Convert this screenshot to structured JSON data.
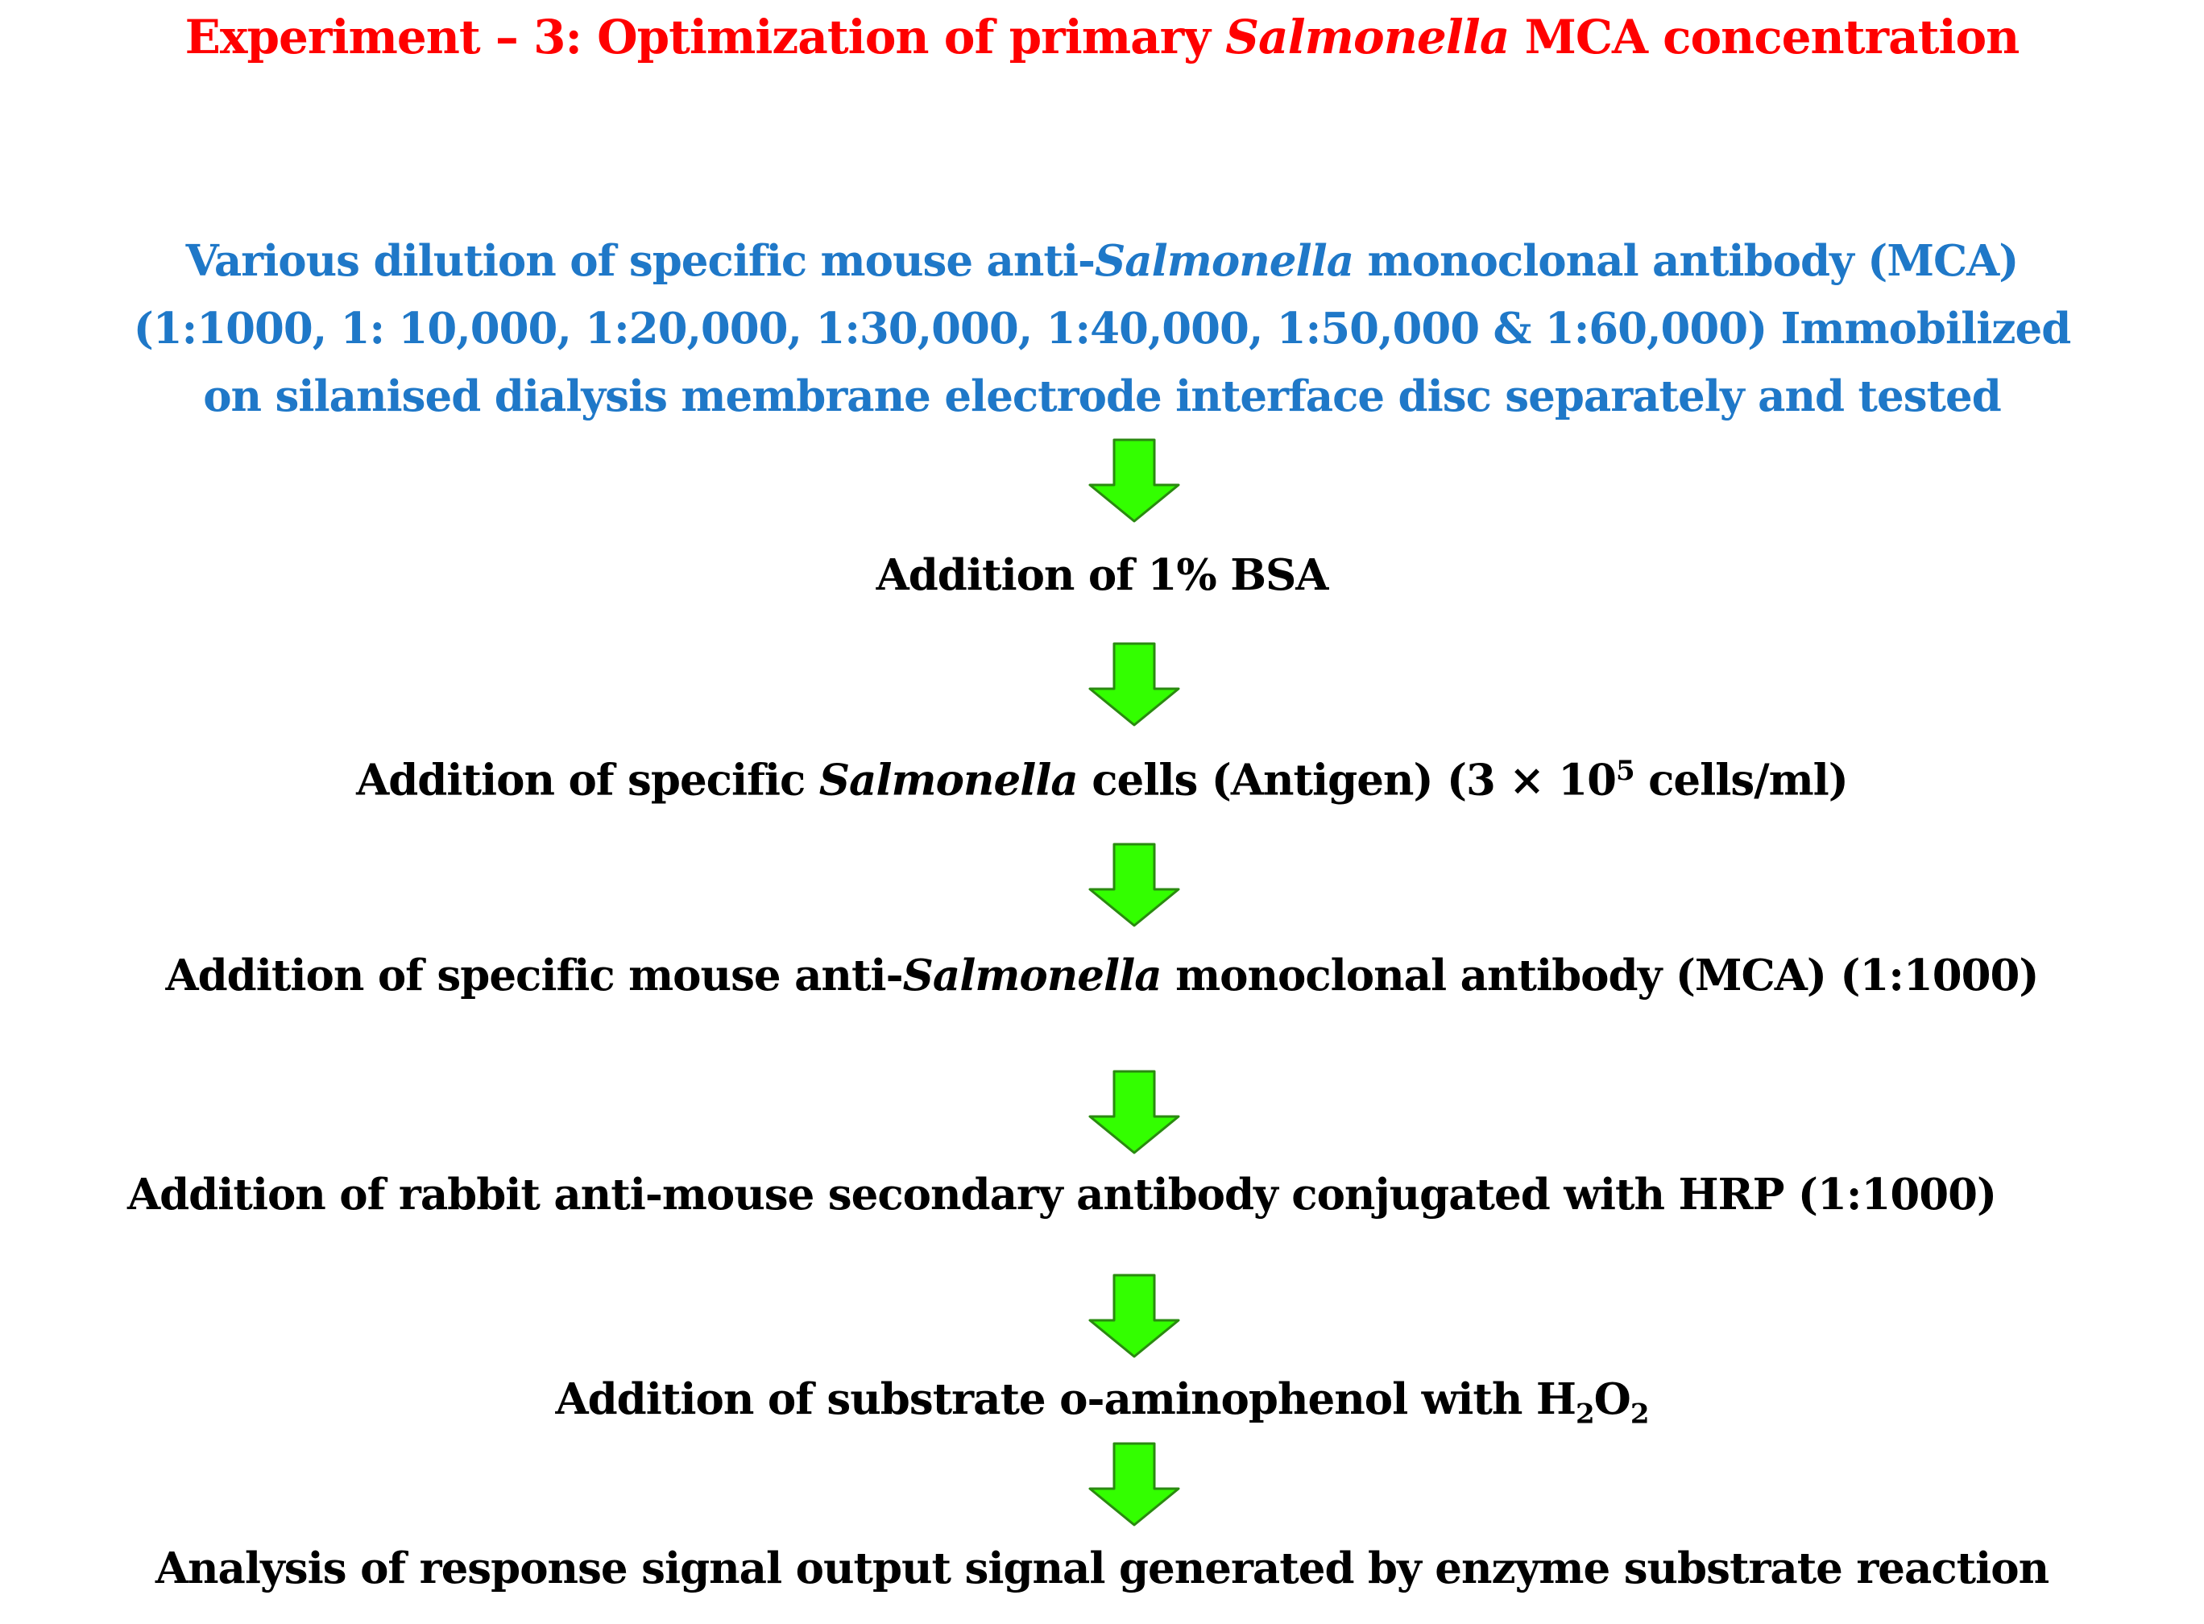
{
  "title": {
    "prefix": "Experiment – 3: Optimization of primary ",
    "italic": "Salmonella",
    "suffix": " MCA concentration"
  },
  "lead": {
    "line1_prefix": "Various dilution of specific mouse anti-",
    "line1_italic": "Salmonella",
    "line1_suffix": " monoclonal antibody (MCA)",
    "line2": "(1:1000, 1: 10,000, 1:20,000, 1:30,000, 1:40,000, 1:50,000 & 1:60,000) Immobilized",
    "line3": "on silanised dialysis membrane electrode interface disc separately and tested"
  },
  "steps": {
    "bsa": "Addition of 1% BSA",
    "antigen_prefix": "Addition of  specific ",
    "antigen_italic": "Salmonella",
    "antigen_mid": " cells (Antigen) (3 × 10",
    "antigen_sup": "5",
    "antigen_suffix": " cells/ml)",
    "mca_prefix": "Addition of  specific mouse anti-",
    "mca_italic": "Salmonella",
    "mca_suffix": " monoclonal antibody (MCA) (1:1000)",
    "secondary": "Addition of rabbit anti-mouse secondary antibody conjugated with HRP (1:1000)",
    "substrate_prefix": "Addition of substrate o-aminophenol with H",
    "substrate_sub1": "2",
    "substrate_o": "O",
    "substrate_sub2": "2",
    "analysis": "Analysis of response signal output signal generated by enzyme substrate reaction"
  },
  "colors": {
    "title": "#ff0000",
    "lead": "#1f78c8",
    "arrow_fill": "#33ff00",
    "arrow_stroke": "#2a8a10"
  },
  "icons": {
    "arrow": "down-arrow-icon"
  }
}
